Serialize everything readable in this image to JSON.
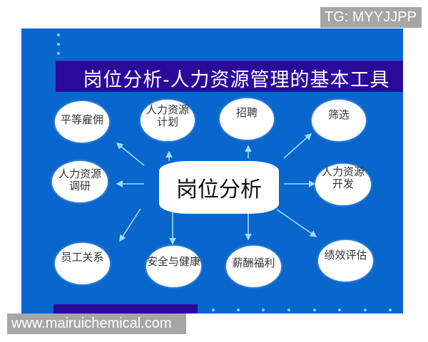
{
  "watermarks": {
    "top_right": "TG: MYYJJPP",
    "bottom_left": "www.mairuichemical.com"
  },
  "slide": {
    "title": "岗位分析-人力资源管理的基本工具",
    "background_color": "#0866cc",
    "title_bar_color": "#2b0a9a",
    "arrow_color": "#9fdcff"
  },
  "diagram": {
    "center": {
      "label": "岗位分析"
    },
    "nodes": [
      {
        "id": "equal-employment",
        "lines": [
          "平等雇佣"
        ]
      },
      {
        "id": "hr-planning",
        "lines": [
          "人力资源",
          "计划"
        ]
      },
      {
        "id": "recruitment",
        "lines": [
          "招聘"
        ]
      },
      {
        "id": "screening",
        "lines": [
          "筛选"
        ]
      },
      {
        "id": "hr-research",
        "lines": [
          "人力资源",
          "调研"
        ]
      },
      {
        "id": "hr-development",
        "lines": [
          "人力资源",
          "开发"
        ]
      },
      {
        "id": "employee-relations",
        "lines": [
          "员工关系"
        ]
      },
      {
        "id": "safety-health",
        "lines": [
          "安全与健康"
        ]
      },
      {
        "id": "compensation",
        "lines": [
          "薪酬福利"
        ]
      },
      {
        "id": "performance",
        "lines": [
          "绩效评估"
        ]
      }
    ],
    "edges": [
      {
        "from": "岗位分析",
        "to": "平等雇佣"
      },
      {
        "from": "岗位分析",
        "to": "人力资源计划"
      },
      {
        "from": "岗位分析",
        "to": "招聘"
      },
      {
        "from": "岗位分析",
        "to": "筛选"
      },
      {
        "from": "岗位分析",
        "to": "人力资源调研"
      },
      {
        "from": "岗位分析",
        "to": "人力资源开发"
      },
      {
        "from": "岗位分析",
        "to": "员工关系"
      },
      {
        "from": "岗位分析",
        "to": "安全与健康"
      },
      {
        "from": "岗位分析",
        "to": "薪酬福利"
      },
      {
        "from": "岗位分析",
        "to": "绩效评估"
      }
    ]
  }
}
